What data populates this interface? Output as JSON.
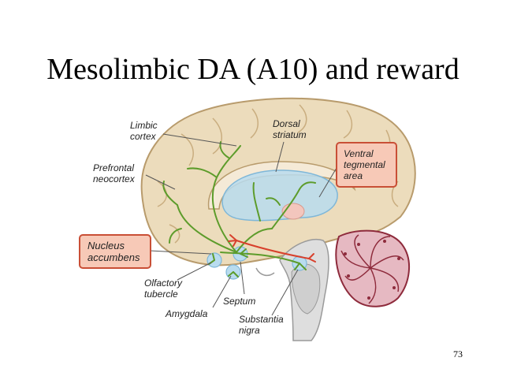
{
  "slide": {
    "title": "Mesolimbic DA (A10) and reward",
    "page_number": "73"
  },
  "labels": {
    "limbic_cortex_1": "Limbic",
    "limbic_cortex_2": "cortex",
    "dorsal_striatum_1": "Dorsal",
    "dorsal_striatum_2": "striatum",
    "prefrontal_1": "Prefrontal",
    "prefrontal_2": "neocortex",
    "vta_1": "Ventral",
    "vta_2": "tegmental",
    "vta_3": "area",
    "nucleus_1": "Nucleus",
    "nucleus_2": "accumbens",
    "olfactory_1": "Olfactory",
    "olfactory_2": "tubercle",
    "septum": "Septum",
    "amygdala": "Amygdala",
    "substantia_1": "Substantia",
    "substantia_2": "nigra"
  },
  "colors": {
    "brain": "#ecdcbc",
    "brain_outline": "#b89b6c",
    "pathway": "#5d9c2b",
    "dopamine_source": "#d8402c",
    "target_regions": "#b9dcef",
    "label_box_fill": "#f7c9b7",
    "label_box_border": "#c94f36"
  }
}
